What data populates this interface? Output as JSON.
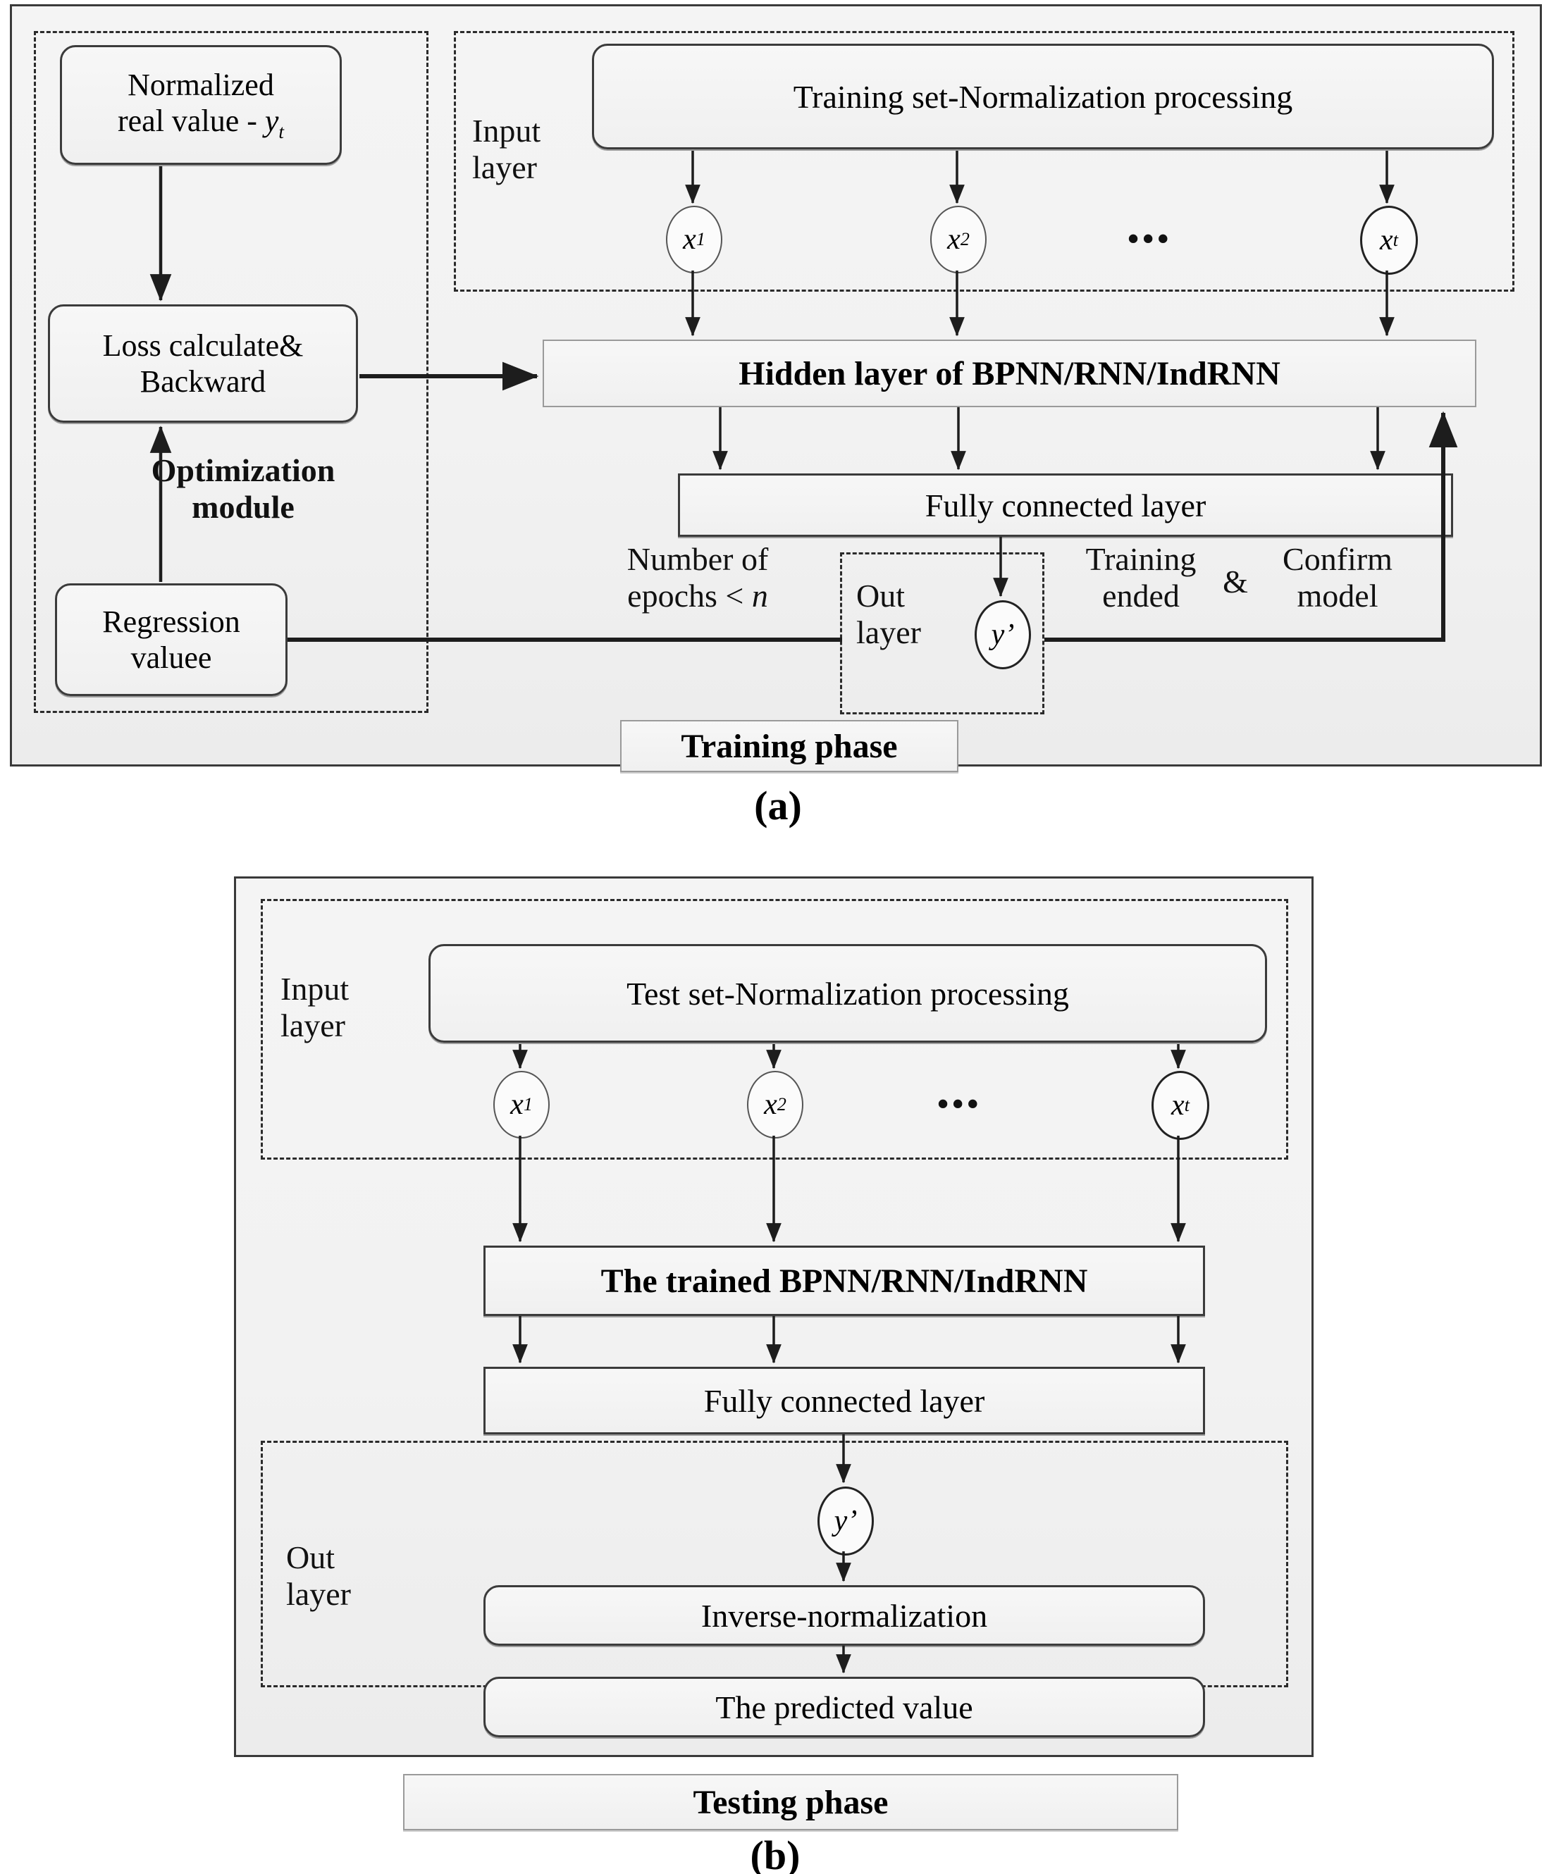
{
  "figure": {
    "panels": [
      {
        "id": "a",
        "caption": "(a)",
        "phase_label": "Training phase",
        "groups": [
          {
            "name": "optimization-module",
            "label": "Optimization\nmodule",
            "label_line1": "Optimization",
            "label_line2": "module"
          },
          {
            "name": "input-layer",
            "label_line1": "Input",
            "label_line2": "layer"
          },
          {
            "name": "out-layer",
            "label_line1": "Out",
            "label_line2": "layer"
          }
        ],
        "boxes": {
          "normalized_real_value_line1": "Normalized",
          "normalized_real_value_line2": "real value - ",
          "normalized_real_value_sym": "y",
          "normalized_real_value_sub": "t",
          "loss_line1": "Loss calculate&",
          "loss_line2": "Backward",
          "regression_line1": "Regression",
          "regression_line2": "valuee",
          "training_set": "Training set-Normalization processing",
          "hidden_layer": "Hidden layer of BPNN/RNN/IndRNN",
          "fully_connected": "Fully connected layer"
        },
        "nodes": [
          {
            "name": "input-node-x1",
            "sym": "x",
            "sub": "1"
          },
          {
            "name": "input-node-x2",
            "sym": "x",
            "sub": "2"
          },
          {
            "name": "input-node-xt",
            "sym": "x",
            "sub": "t"
          },
          {
            "name": "output-node-yprime",
            "sym": "y’",
            "sub": ""
          }
        ],
        "ellipsis": "•••",
        "edge_labels": {
          "epochs_line1": "Number of",
          "epochs_line2": "epochs < ",
          "epochs_sym": "n",
          "training_ended_line1": "Training",
          "training_ended_line2": "ended",
          "amp": "&",
          "confirm_line1": "Confirm",
          "confirm_line2": "model"
        }
      },
      {
        "id": "b",
        "caption": "(b)",
        "phase_label": "Testing phase",
        "groups": [
          {
            "name": "input-layer",
            "label_line1": "Input",
            "label_line2": "layer"
          },
          {
            "name": "out-layer",
            "label_line1": "Out",
            "label_line2": "layer"
          }
        ],
        "boxes": {
          "test_set": "Test set-Normalization processing",
          "trained_model": "The trained BPNN/RNN/IndRNN",
          "fully_connected": "Fully connected layer",
          "inverse_normalization": "Inverse-normalization",
          "predicted_value": "The predicted value"
        },
        "nodes": [
          {
            "name": "input-node-x1",
            "sym": "x",
            "sub": "1"
          },
          {
            "name": "input-node-x2",
            "sym": "x",
            "sub": "2"
          },
          {
            "name": "input-node-xt",
            "sym": "x",
            "sub": "t"
          },
          {
            "name": "output-node-yprime",
            "sym": "y’",
            "sub": ""
          }
        ],
        "ellipsis": "•••"
      }
    ]
  },
  "colors": {
    "stroke": "#222222",
    "panel_border": "#3a3a3a",
    "box_border": "#3b3b3b",
    "thin_border": "#9a9a9a",
    "panel_fill": "#f2f2f2"
  }
}
